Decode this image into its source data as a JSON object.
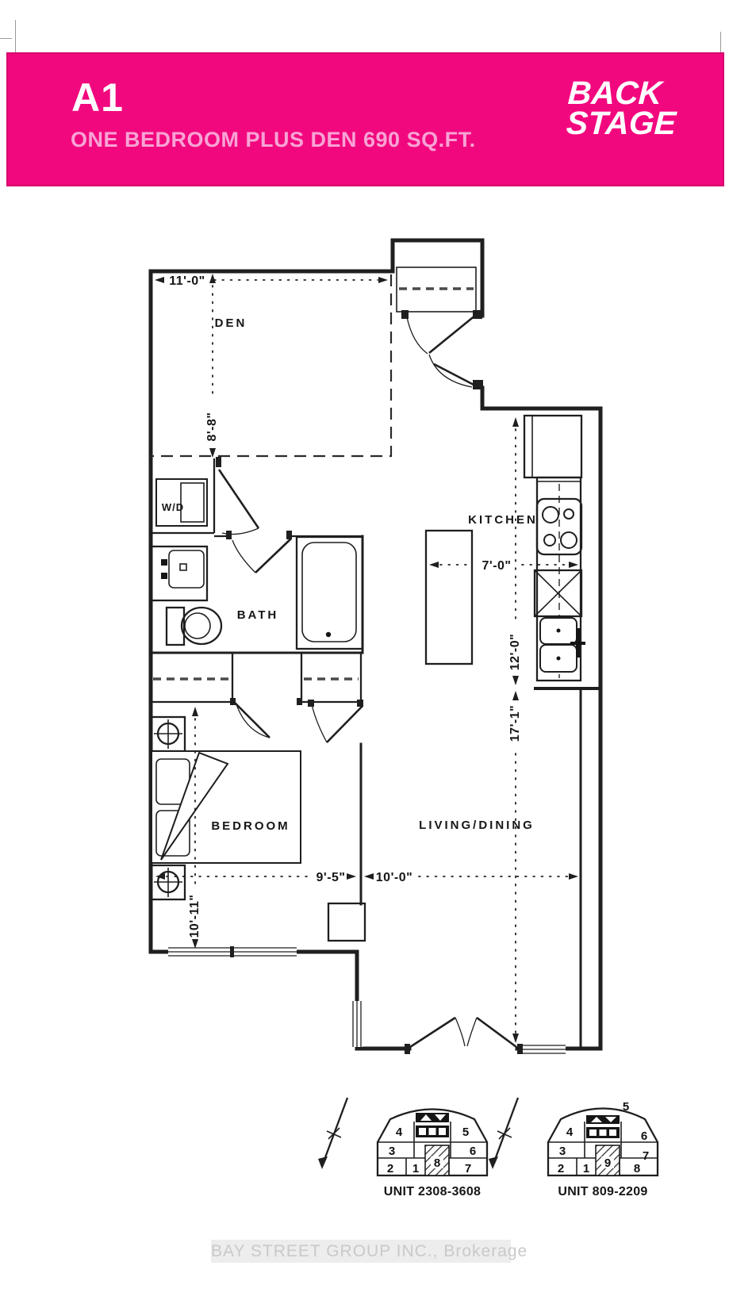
{
  "header": {
    "plan_code": "A1",
    "plan_description": "ONE BEDROOM PLUS DEN 690 SQ.FT.",
    "brand_line1": "BACK",
    "brand_line2": "STAGE",
    "banner_color": "#F2087E"
  },
  "floorplan": {
    "room_labels": {
      "den": "DEN",
      "washer_dryer": "W/D",
      "bath": "BATH",
      "kitchen": "KITCHEN",
      "bedroom": "BEDROOM",
      "living_dining": "LIVING/DINING"
    },
    "dimensions": {
      "den_width": "11'-0\"",
      "den_depth": "8'-8\"",
      "kitchen_width": "7'-0\"",
      "kitchen_run": "12'-0\"",
      "living_run": "17'-1\"",
      "bedroom_width": "9'-5\"",
      "living_width": "10'-0\"",
      "bedroom_depth": "10'-11\""
    }
  },
  "keyplans": [
    {
      "caption": "UNIT 2308-3608",
      "cells": [
        "4",
        "5",
        "3",
        "6",
        "2",
        "1",
        "8",
        "7"
      ],
      "highlighted_unit": "8"
    },
    {
      "caption": "UNIT 809-2209",
      "cells": [
        "5",
        "4",
        "6",
        "3",
        "7",
        "2",
        "1",
        "9",
        "8"
      ],
      "highlighted_unit": "9"
    }
  ],
  "watermark": "BAY STREET GROUP INC., Brokerage"
}
